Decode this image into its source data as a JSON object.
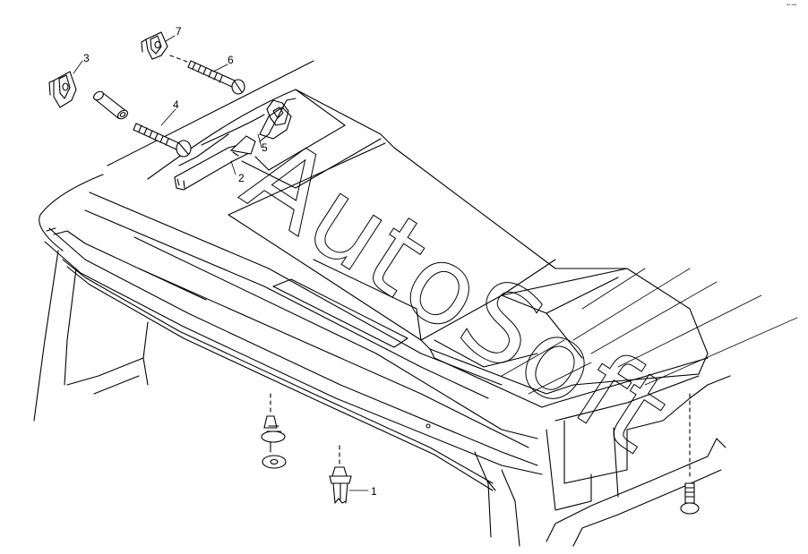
{
  "callouts": {
    "c1": "1",
    "c2": "2",
    "c3": "3",
    "c4": "4",
    "c5": "5",
    "c6": "6",
    "c7": "7"
  },
  "watermark": "AutoSoft",
  "corner_mark": "ᵃᵃ ᵃᵃᵃ"
}
